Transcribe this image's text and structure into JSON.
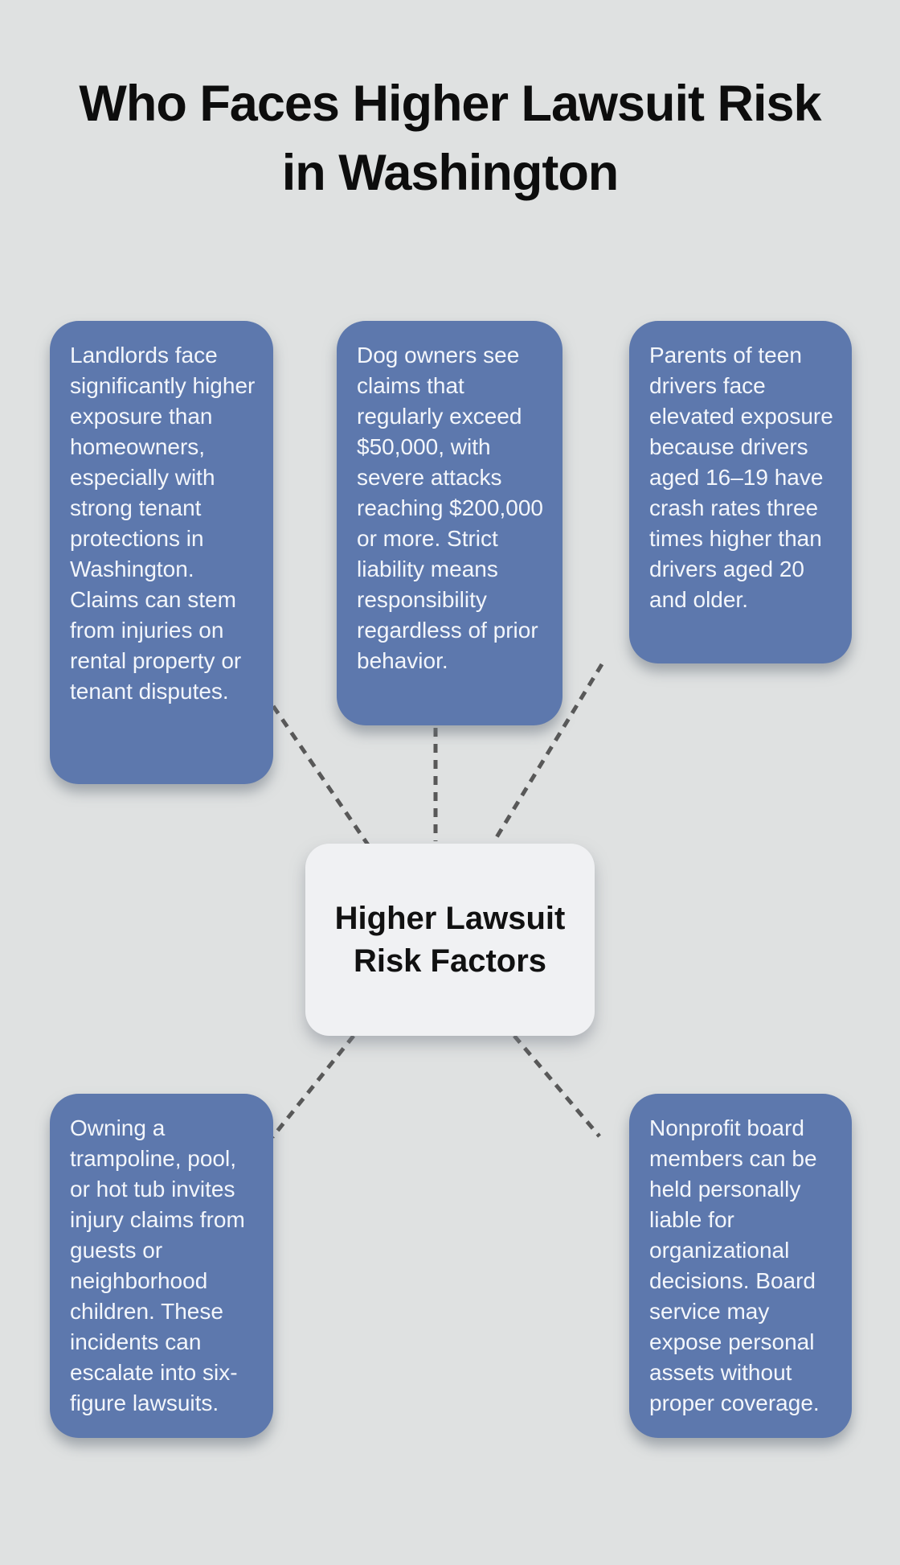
{
  "title": {
    "line1": "Who Faces Higher Lawsuit Risk",
    "line2": "in Washington"
  },
  "center_node": {
    "label_line1": "Higher Lawsuit",
    "label_line2": "Risk Factors"
  },
  "boxes": [
    {
      "id": "landlords",
      "text": "Landlords face significantly higher exposure than homeowners, especially with strong tenant protections in Washington. Claims can stem from injuries on rental property or tenant disputes."
    },
    {
      "id": "dog-owners",
      "text": "Dog owners see claims that regularly exceed $50,000, with severe attacks reaching $200,000 or more. Strict liability means responsibility regardless of prior behavior."
    },
    {
      "id": "teen-drivers",
      "text": "Parents of teen drivers face elevated exposure because drivers aged 16–19 have crash rates three times higher than drivers aged 20 and older."
    },
    {
      "id": "attractive-nuisance",
      "text": "Owning a trampoline, pool, or hot tub invites injury claims from guests or neighborhood children. These incidents can escalate into six-figure lawsuits."
    },
    {
      "id": "nonprofit-board",
      "text": "Nonprofit board members can be held personally liable for organizational decisions. Board service may expose personal assets without proper coverage."
    }
  ],
  "edges": [
    {
      "from": "landlords",
      "to": "center-node"
    },
    {
      "from": "dog-owners",
      "to": "center-node"
    },
    {
      "from": "teen-drivers",
      "to": "center-node"
    },
    {
      "from": "center-node",
      "to": "attractive-nuisance"
    },
    {
      "from": "center-node",
      "to": "nonprofit-board"
    }
  ],
  "colors": {
    "background": "#dfe1e1",
    "risk_box_fill": "#5d78ad",
    "risk_box_text": "#f3f6fb",
    "center_node_fill": "#f0f1f3",
    "center_node_text": "#111111",
    "connector": "#585858",
    "title_text": "#0d0d0d"
  }
}
